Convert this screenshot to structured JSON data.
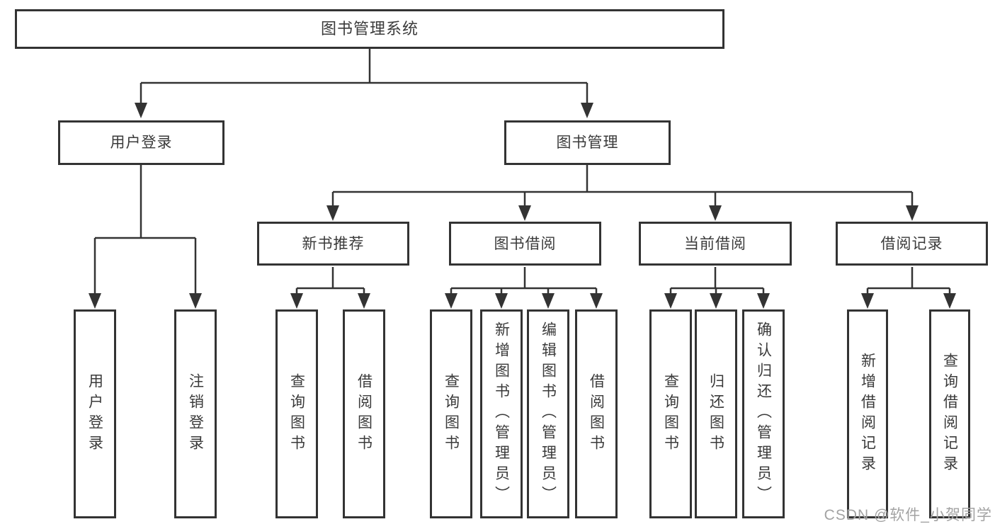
{
  "diagram": {
    "title": "图书管理系统",
    "branches": {
      "user_login": {
        "label": "用户登录",
        "children": [
          "用户登录",
          "注销登录"
        ]
      },
      "book_management": {
        "label": "图书管理",
        "sections": [
          {
            "label": "新书推荐",
            "children": [
              "查询图书",
              "借阅图书"
            ]
          },
          {
            "label": "图书借阅",
            "children": [
              "查询图书",
              "新增图书（管理员）",
              "编辑图书（管理员）",
              "借阅图书"
            ]
          },
          {
            "label": "当前借阅",
            "children": [
              "查询图书",
              "归还图书",
              "确认归还（管理员）"
            ]
          },
          {
            "label": "借阅记录",
            "children": [
              "新增借阅记录",
              "查询借阅记录"
            ]
          }
        ]
      }
    }
  },
  "watermark": "CSDN @软件_小贺同学",
  "colors": {
    "line": "#333333",
    "box_border": "#333333",
    "text": "#3a3a3a",
    "watermark": "#a3a3a3",
    "background": "#ffffff"
  }
}
